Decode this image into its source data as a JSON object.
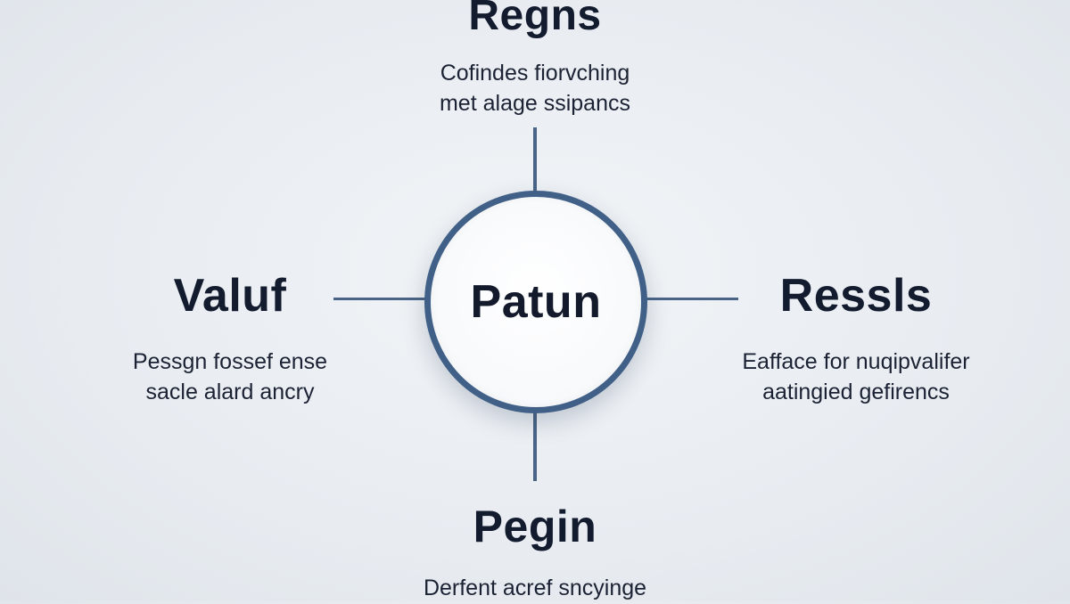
{
  "diagram": {
    "center": {
      "label": "Patun"
    },
    "nodes": {
      "top": {
        "title": "Regns",
        "lines": [
          "Cofindes fiorvching",
          "met alage ssipancs"
        ]
      },
      "left": {
        "title": "Valuf",
        "lines": [
          "Pessgn fossef ense",
          "sacle alard ancry"
        ]
      },
      "right": {
        "title": "Ressls",
        "lines": [
          "Eafface for nuqipvalifer",
          "aatingied gefirencs"
        ]
      },
      "bottom": {
        "title": "Pegin",
        "lines": [
          "Derfent acref sncyinge"
        ]
      }
    },
    "colors": {
      "ring": "#416087",
      "connector": "#4a6486",
      "text": "#131b2f",
      "background": "#e8ecf1"
    }
  }
}
